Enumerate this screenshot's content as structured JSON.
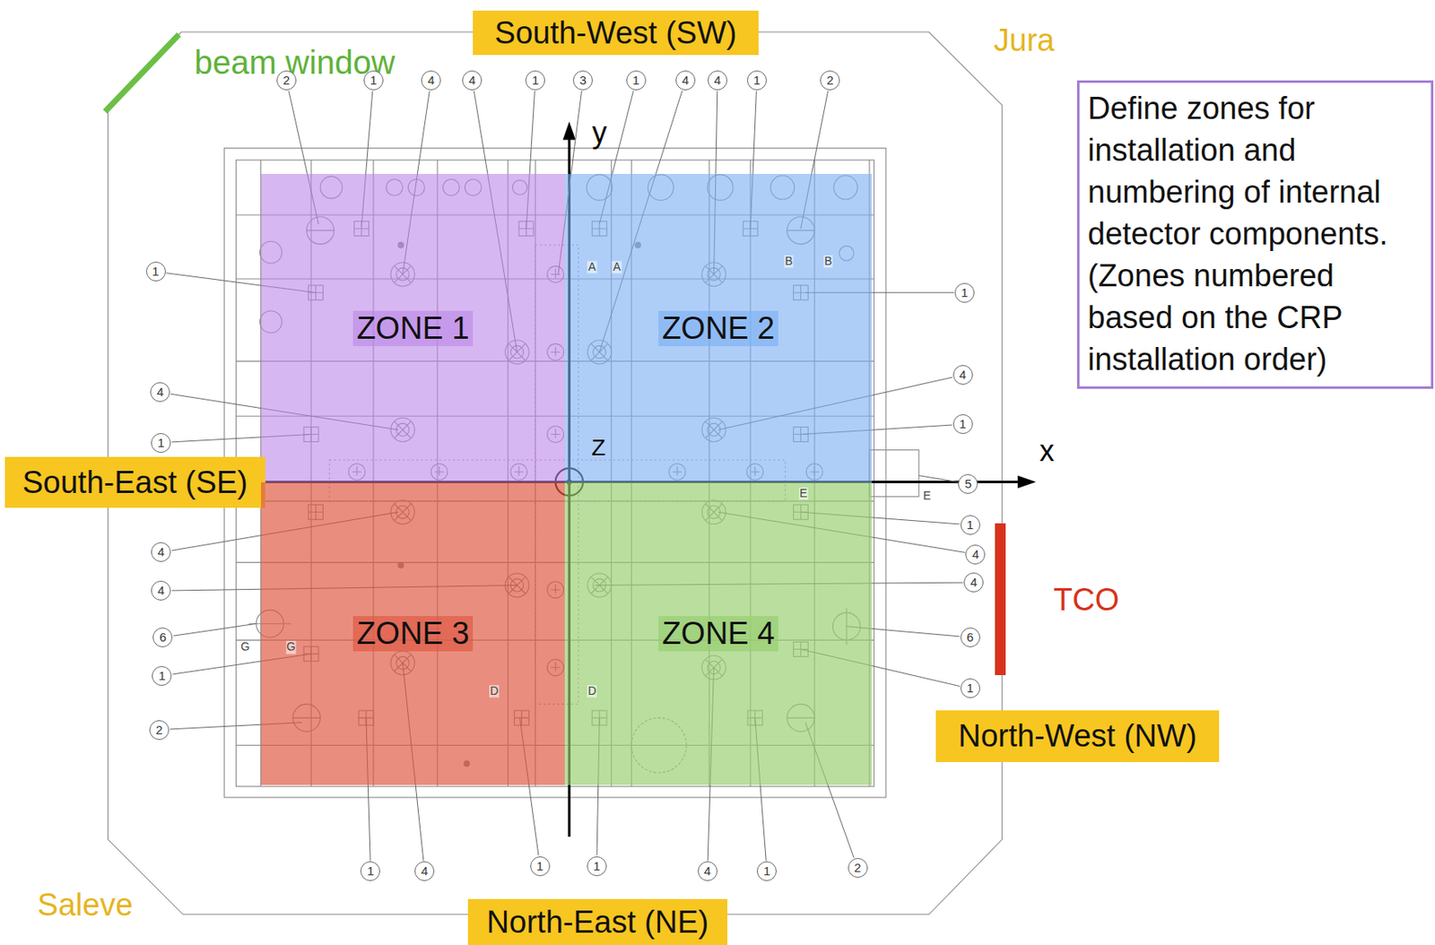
{
  "diagram": {
    "nodes": [
      {
        "text": [
          "South-West (SW)"
        ]
      },
      {
        "text": [
          "Define zones for installation and numbering of internal detector components. (Zones numbered based on the CRP installation order)"
        ]
      },
      {
        "text": [
          "ZONE 1"
        ]
      },
      {
        "text": [
          "ZONE 2"
        ]
      },
      {
        "text": [
          "South-East (SE)"
        ]
      },
      {
        "text": [
          "ZONE 3"
        ]
      },
      {
        "text": [
          "ZONE 4"
        ]
      },
      {
        "text": [
          "North-West (NW)"
        ]
      },
      {
        "text": [
          "North-East (NE)"
        ]
      }
    ],
    "labels": [
      "beam window",
      "Jura",
      "Saleve",
      "TCO",
      "y",
      "x",
      "Z",
      "2",
      "1",
      "4",
      "4",
      "1",
      "3",
      "1",
      "4",
      "4",
      "1",
      "2",
      "1",
      "4",
      "1",
      "4",
      "4",
      "6",
      "1",
      "2",
      "1",
      "4",
      "1",
      "5",
      "1",
      "4",
      "4",
      "6",
      "1",
      "1",
      "4",
      "1",
      "1",
      "4",
      "1",
      "2",
      "A",
      "A",
      "B",
      "B",
      "D",
      "D",
      "E",
      "E",
      "G",
      "G"
    ]
  }
}
